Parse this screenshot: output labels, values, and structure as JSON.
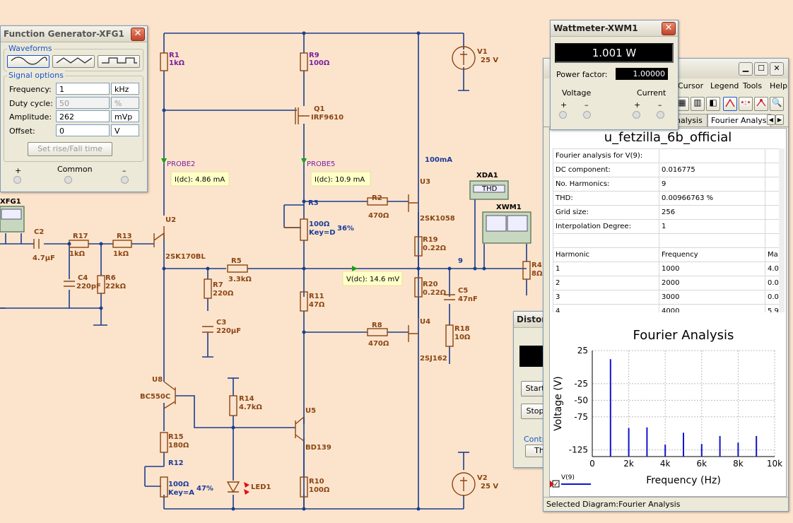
{
  "fg": {
    "title": "Function Generator-XFG1",
    "waveforms_label": "Waveforms",
    "signal_label": "Signal options",
    "rows": [
      {
        "label": "Frequency:",
        "value": "1",
        "unit": "kHz"
      },
      {
        "label": "Duty cycle:",
        "value": "50",
        "unit": "%"
      },
      {
        "label": "Amplitude:",
        "value": "262",
        "unit": "mVp"
      },
      {
        "label": "Offset:",
        "value": "0",
        "unit": "V"
      }
    ],
    "set_rise_label": "Set rise/Fall time",
    "plus": "+",
    "common": "Common",
    "minus": "–"
  },
  "wm": {
    "title": "Wattmeter-XWM1",
    "reading": "1.001 W",
    "pf_label": "Power factor:",
    "pf_value": "1.00000",
    "voltage_label": "Voltage",
    "current_label": "Current",
    "plus": "+",
    "minus": "–"
  },
  "gv": {
    "menus": [
      "Cursor",
      "Legend",
      "Tools",
      "Help"
    ],
    "tabs": [
      "nalysis",
      "Fourier Analysis"
    ],
    "heading": "u_fetzilla_6b_official",
    "info_rows": [
      [
        "Fourier analysis for V(9):",
        ""
      ],
      [
        "DC component:",
        "0.016775"
      ],
      [
        "No. Harmonics:",
        "9"
      ],
      [
        "THD:",
        "0.00966763 %"
      ],
      [
        "Grid size:",
        "256"
      ],
      [
        "Interpolation Degree:",
        "1"
      ],
      [
        "",
        ""
      ]
    ],
    "harm_headers": [
      "Harmonic",
      "Frequency",
      "Ma"
    ],
    "harm_rows": [
      [
        "1",
        "1000",
        "4.0"
      ],
      [
        "2",
        "2000",
        "0.0"
      ],
      [
        "3",
        "3000",
        "0.0"
      ],
      [
        "4",
        "4000",
        "5.9"
      ]
    ],
    "status": "Selected Diagram:Fourier Analysis"
  },
  "chart_data": {
    "type": "bar",
    "title": "Fourier Analysis",
    "xlabel": "Frequency (Hz)",
    "ylabel": "Voltage (V)",
    "x_ticks": [
      "0",
      "2k",
      "4k",
      "6k",
      "8k",
      "10k"
    ],
    "y_ticks": [
      "25",
      "-25",
      "-50",
      "-75",
      "-125"
    ],
    "xlim": [
      0,
      10000
    ],
    "ylim": [
      -135,
      25
    ],
    "legend": [
      "V(9)"
    ],
    "x": [
      1000,
      2000,
      3000,
      4000,
      5000,
      6000,
      7000,
      8000,
      9000
    ],
    "values": [
      12,
      -92,
      -91,
      -117,
      -99,
      -116,
      -104,
      -114,
      -104
    ]
  },
  "dist": {
    "title": "Distor",
    "start": "Start",
    "stop": "Stop",
    "control": "Contr",
    "extra": "Th"
  },
  "schematic": {
    "probe2": "PROBE2",
    "probe2_reading": "I(dc): 4.86 mA",
    "probe5": "PROBE5",
    "probe5_reading": "I(dc): 10.9 mA",
    "v9_reading": "V(dc): 14.6 mV",
    "current_100ma": "100mA",
    "net9": "9",
    "xda": "XDA1",
    "xda_inner": "THD",
    "xwm": "XWM1",
    "xfg": "XFG1",
    "R1": [
      "R1",
      "1kΩ"
    ],
    "R9": [
      "R9",
      "100Ω"
    ],
    "Q1": [
      "Q1",
      "IRF9610"
    ],
    "V1": [
      "V1",
      "25 V"
    ],
    "U2": [
      "U2",
      "2SK170BL"
    ],
    "U3": [
      "U3",
      "2SK1058"
    ],
    "U4": [
      "U4",
      "2SJ162"
    ],
    "U5": [
      "U5",
      "BD139"
    ],
    "U8": [
      "U8",
      "BC550C"
    ],
    "R3": [
      "R3",
      "100Ω",
      "Key=D",
      "36%"
    ],
    "R2": [
      "R2",
      "470Ω"
    ],
    "R19": [
      "R19",
      "0.22Ω"
    ],
    "R20": [
      "R20",
      "0.22Ω"
    ],
    "R4": [
      "R4",
      "8Ω"
    ],
    "R5": [
      "R5",
      "3.3kΩ"
    ],
    "R7": [
      "R7",
      "220Ω"
    ],
    "C3": [
      "C3",
      "220μF"
    ],
    "R11": [
      "R11",
      "47Ω"
    ],
    "R8": [
      "R8",
      "470Ω"
    ],
    "C5": [
      "C5",
      "47nF"
    ],
    "R18": [
      "R18",
      "10Ω"
    ],
    "C2": [
      "C2",
      "4.7μF"
    ],
    "R17": [
      "R17",
      "1kΩ"
    ],
    "R13": [
      "R13",
      "1kΩ"
    ],
    "C4": [
      "C4",
      "220pF"
    ],
    "R6": [
      "R6",
      "22kΩ"
    ],
    "R14": [
      "R14",
      "4.7kΩ"
    ],
    "R15": [
      "R15",
      "180Ω"
    ],
    "R12": [
      "R12",
      "100Ω",
      "Key=A",
      "47%"
    ],
    "LED1": "LED1",
    "R10": [
      "R10",
      "100Ω"
    ],
    "V2": [
      "V2",
      "25 V"
    ]
  }
}
